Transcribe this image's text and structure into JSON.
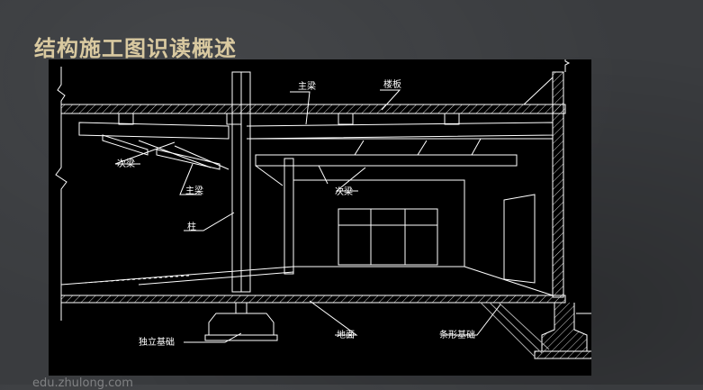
{
  "slide": {
    "title": "结构施工图识读概述"
  },
  "diagram": {
    "labels": {
      "main_beam_top": "主梁",
      "slab": "楼板",
      "secondary_beam_left": "次梁",
      "main_beam_left": "主梁",
      "secondary_beam_mid": "次梁",
      "column": "柱",
      "isolated_footing": "独立基础",
      "ground": "地面",
      "strip_footing": "条形基础"
    },
    "colors": {
      "line": "#ffffff",
      "background": "#000000",
      "title": "#d9c9a0"
    }
  },
  "watermark": "edu.zhulong.com"
}
